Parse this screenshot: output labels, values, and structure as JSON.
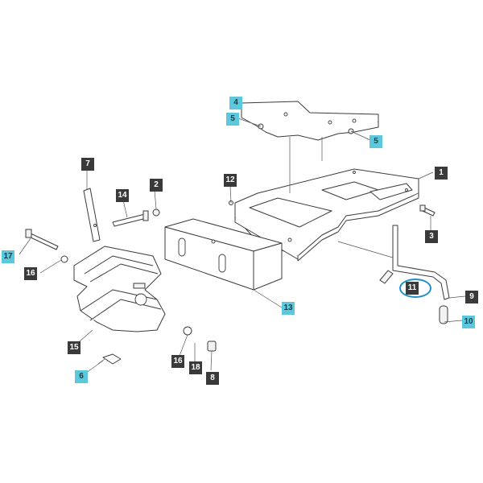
{
  "colors": {
    "dark_tag": "#3a3a3a",
    "cyan_tag": "#5bc8dc",
    "highlight": "#1e8fc8"
  },
  "callouts": {
    "c1": "1",
    "c2": "2",
    "c3": "3",
    "c4": "4",
    "c5a": "5",
    "c5b": "5",
    "c6": "6",
    "c7": "7",
    "c8": "8",
    "c9": "9",
    "c10": "10",
    "c11": "11",
    "c12": "12",
    "c13": "13",
    "c14": "14",
    "c15": "15",
    "c16a": "16",
    "c16b": "16",
    "c17": "17",
    "c18": "18"
  },
  "highlighted_part": "11"
}
